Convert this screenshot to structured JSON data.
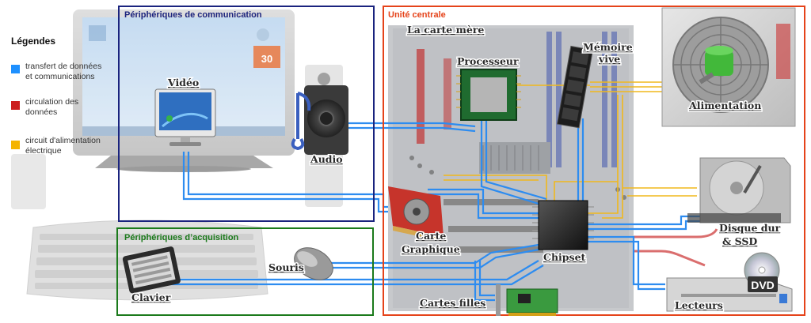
{
  "legend": {
    "title": "Légendes",
    "items": [
      {
        "color": "#1e90ff",
        "line1": "transfert de données",
        "line2": "et communications"
      },
      {
        "color": "#cc1f1f",
        "line1": "circulation des",
        "line2": "données"
      },
      {
        "color": "#f5b400",
        "line1": "circuit d'alimentation",
        "line2": "électrique"
      }
    ]
  },
  "groups": {
    "communication": {
      "title": "Périphériques de communication",
      "color": "#1a237e"
    },
    "acquisition": {
      "title": "Périphériques d’acquisition",
      "color": "#1b7a1b"
    },
    "central": {
      "title": "Unité centrale",
      "color": "#e5431a"
    }
  },
  "labels": {
    "video": "Vidéo",
    "audio": "Audio",
    "motherboard": "La carte mère",
    "processor": "Processeur",
    "memory_l1": "Mémoire",
    "memory_l2": "vive",
    "power": "Alimentation",
    "graphics_l1": "Carte",
    "graphics_l2": "Graphique",
    "chipset": "Chipset",
    "disk_l1": "Disque dur",
    "disk_l2": "& SSD",
    "mouse": "Souris",
    "keyboard": "Clavier",
    "daughter_cards": "Cartes filles",
    "drives": "Lecteurs"
  },
  "screen": {
    "date": "30",
    "dvd": "DVD"
  }
}
